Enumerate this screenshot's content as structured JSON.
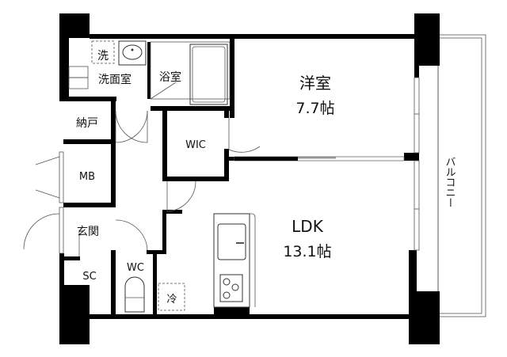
{
  "rooms": {
    "washer": "洗",
    "washroom": "洗面室",
    "bathroom": "浴室",
    "western_room": "洋室",
    "western_room_size": "7.7帖",
    "storage": "納戸",
    "wic": "WIC",
    "mb": "MB",
    "balcony": "バルコニー",
    "entrance": "玄関",
    "ldk": "LDK",
    "ldk_size": "13.1帖",
    "sc": "SC",
    "wc": "WC",
    "fridge": "冷"
  }
}
